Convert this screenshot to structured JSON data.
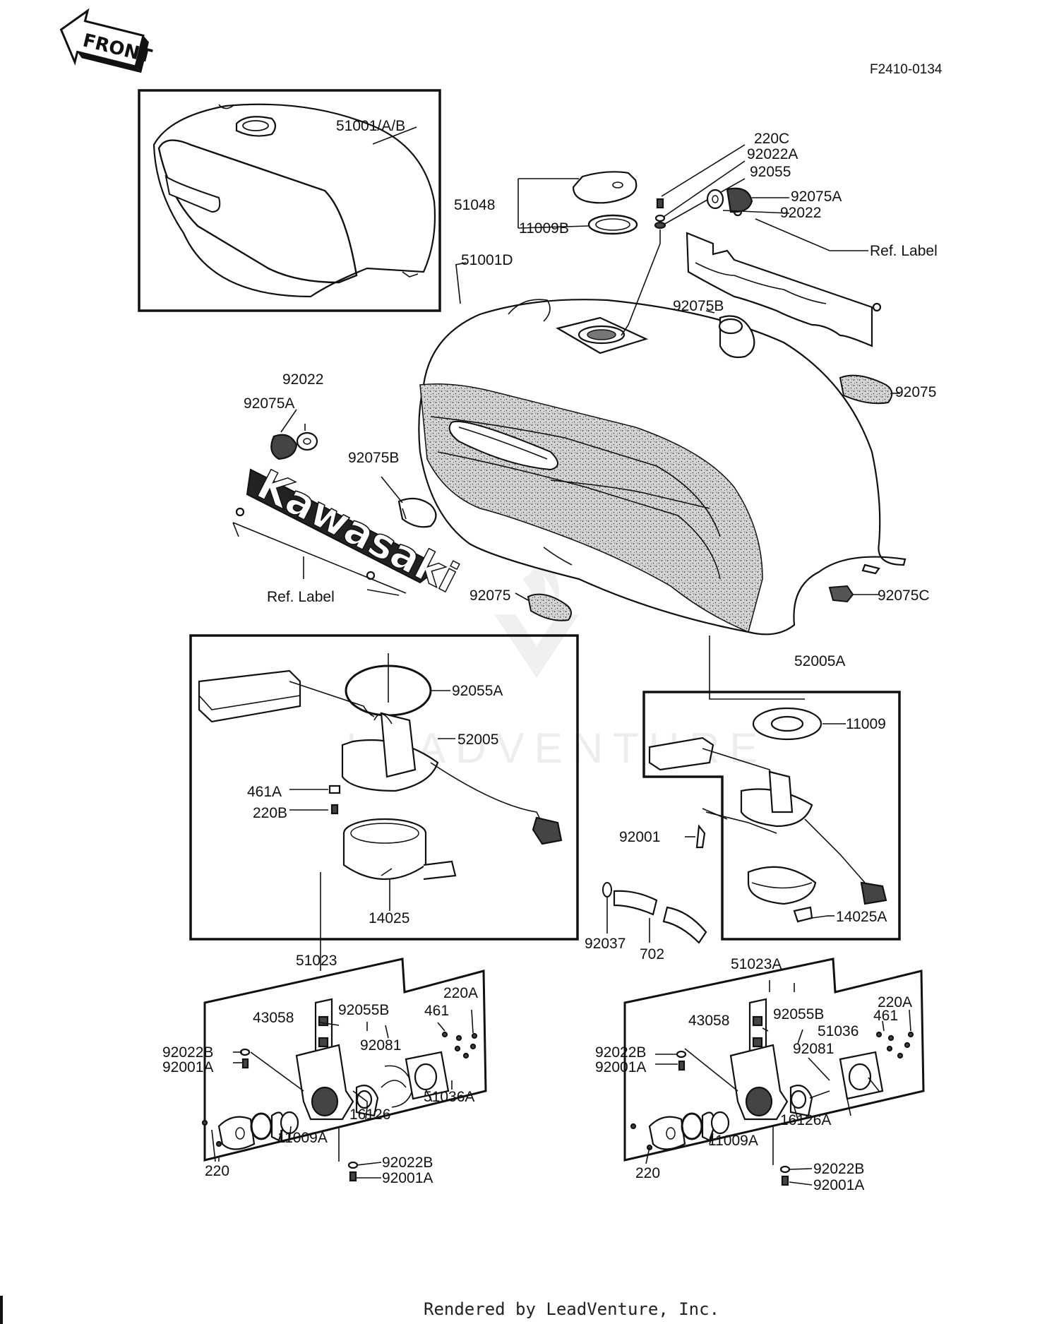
{
  "diagram": {
    "drawing_number": "F2410-0134",
    "direction_badge": "FRONT",
    "tank_logo_text": "Kawasaki",
    "watermark_text": "LEADVENTURE",
    "footer": "Rendered by LeadVenture, Inc."
  },
  "callouts": [
    {
      "id": "c1",
      "text": "51001/A/B"
    },
    {
      "id": "c2",
      "text": "220C"
    },
    {
      "id": "c3",
      "text": "92022A"
    },
    {
      "id": "c4",
      "text": "92055"
    },
    {
      "id": "c5",
      "text": "92075A"
    },
    {
      "id": "c6",
      "text": "92022"
    },
    {
      "id": "c7",
      "text": "51048"
    },
    {
      "id": "c8",
      "text": "11009B"
    },
    {
      "id": "c9",
      "text": "Ref. Label"
    },
    {
      "id": "c10",
      "text": "51001D"
    },
    {
      "id": "c11",
      "text": "92075B"
    },
    {
      "id": "c12",
      "text": "92075"
    },
    {
      "id": "c13",
      "text": "92022"
    },
    {
      "id": "c14",
      "text": "92075A"
    },
    {
      "id": "c15",
      "text": "92075B"
    },
    {
      "id": "c16",
      "text": "Ref. Label"
    },
    {
      "id": "c17",
      "text": "92075"
    },
    {
      "id": "c18",
      "text": "92075C"
    },
    {
      "id": "c19",
      "text": "92055A"
    },
    {
      "id": "c20",
      "text": "52005"
    },
    {
      "id": "c21",
      "text": "461A"
    },
    {
      "id": "c22",
      "text": "220B"
    },
    {
      "id": "c23",
      "text": "14025"
    },
    {
      "id": "c24",
      "text": "52005A"
    },
    {
      "id": "c25",
      "text": "11009"
    },
    {
      "id": "c26",
      "text": "92001"
    },
    {
      "id": "c27",
      "text": "14025A"
    },
    {
      "id": "c28",
      "text": "92037"
    },
    {
      "id": "c29",
      "text": "702"
    },
    {
      "id": "c30",
      "text": "51023"
    },
    {
      "id": "c31",
      "text": "43058"
    },
    {
      "id": "c32",
      "text": "92055B"
    },
    {
      "id": "c33",
      "text": "461"
    },
    {
      "id": "c34",
      "text": "220A"
    },
    {
      "id": "c35",
      "text": "92022B"
    },
    {
      "id": "c36",
      "text": "92001A"
    },
    {
      "id": "c37",
      "text": "92081"
    },
    {
      "id": "c38",
      "text": "51036A"
    },
    {
      "id": "c39",
      "text": "16126"
    },
    {
      "id": "c40",
      "text": "11009A"
    },
    {
      "id": "c41",
      "text": "220"
    },
    {
      "id": "c42",
      "text": "92022B"
    },
    {
      "id": "c43",
      "text": "92001A"
    },
    {
      "id": "c44",
      "text": "51023A"
    },
    {
      "id": "c45",
      "text": "43058"
    },
    {
      "id": "c46",
      "text": "92055B"
    },
    {
      "id": "c47",
      "text": "461"
    },
    {
      "id": "c48",
      "text": "220A"
    },
    {
      "id": "c49",
      "text": "51036"
    },
    {
      "id": "c50",
      "text": "92022B"
    },
    {
      "id": "c51",
      "text": "92001A"
    },
    {
      "id": "c52",
      "text": "92081"
    },
    {
      "id": "c53",
      "text": "16126A"
    },
    {
      "id": "c54",
      "text": "11009A"
    },
    {
      "id": "c55",
      "text": "220"
    },
    {
      "id": "c56",
      "text": "92022B"
    },
    {
      "id": "c57",
      "text": "92001A"
    }
  ]
}
